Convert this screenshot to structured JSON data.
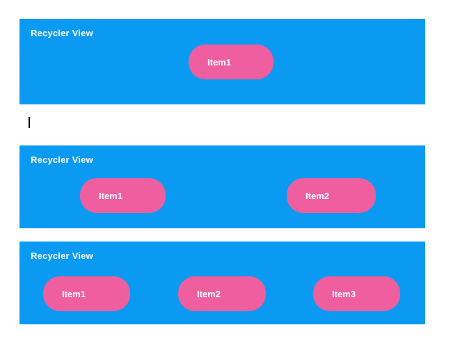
{
  "colors": {
    "panel_background": "#0A9AF2",
    "item_background": "#EF5F9F",
    "label_text": "#FFFFFF"
  },
  "panels": [
    {
      "title": "Recycler View",
      "items": [
        {
          "label": "Item1"
        }
      ]
    },
    {
      "title": "Recycler View",
      "items": [
        {
          "label": "Item1"
        },
        {
          "label": "Item2"
        }
      ]
    },
    {
      "title": "Recycler View",
      "items": [
        {
          "label": "Item1"
        },
        {
          "label": "Item2"
        },
        {
          "label": "Item3"
        }
      ]
    }
  ]
}
